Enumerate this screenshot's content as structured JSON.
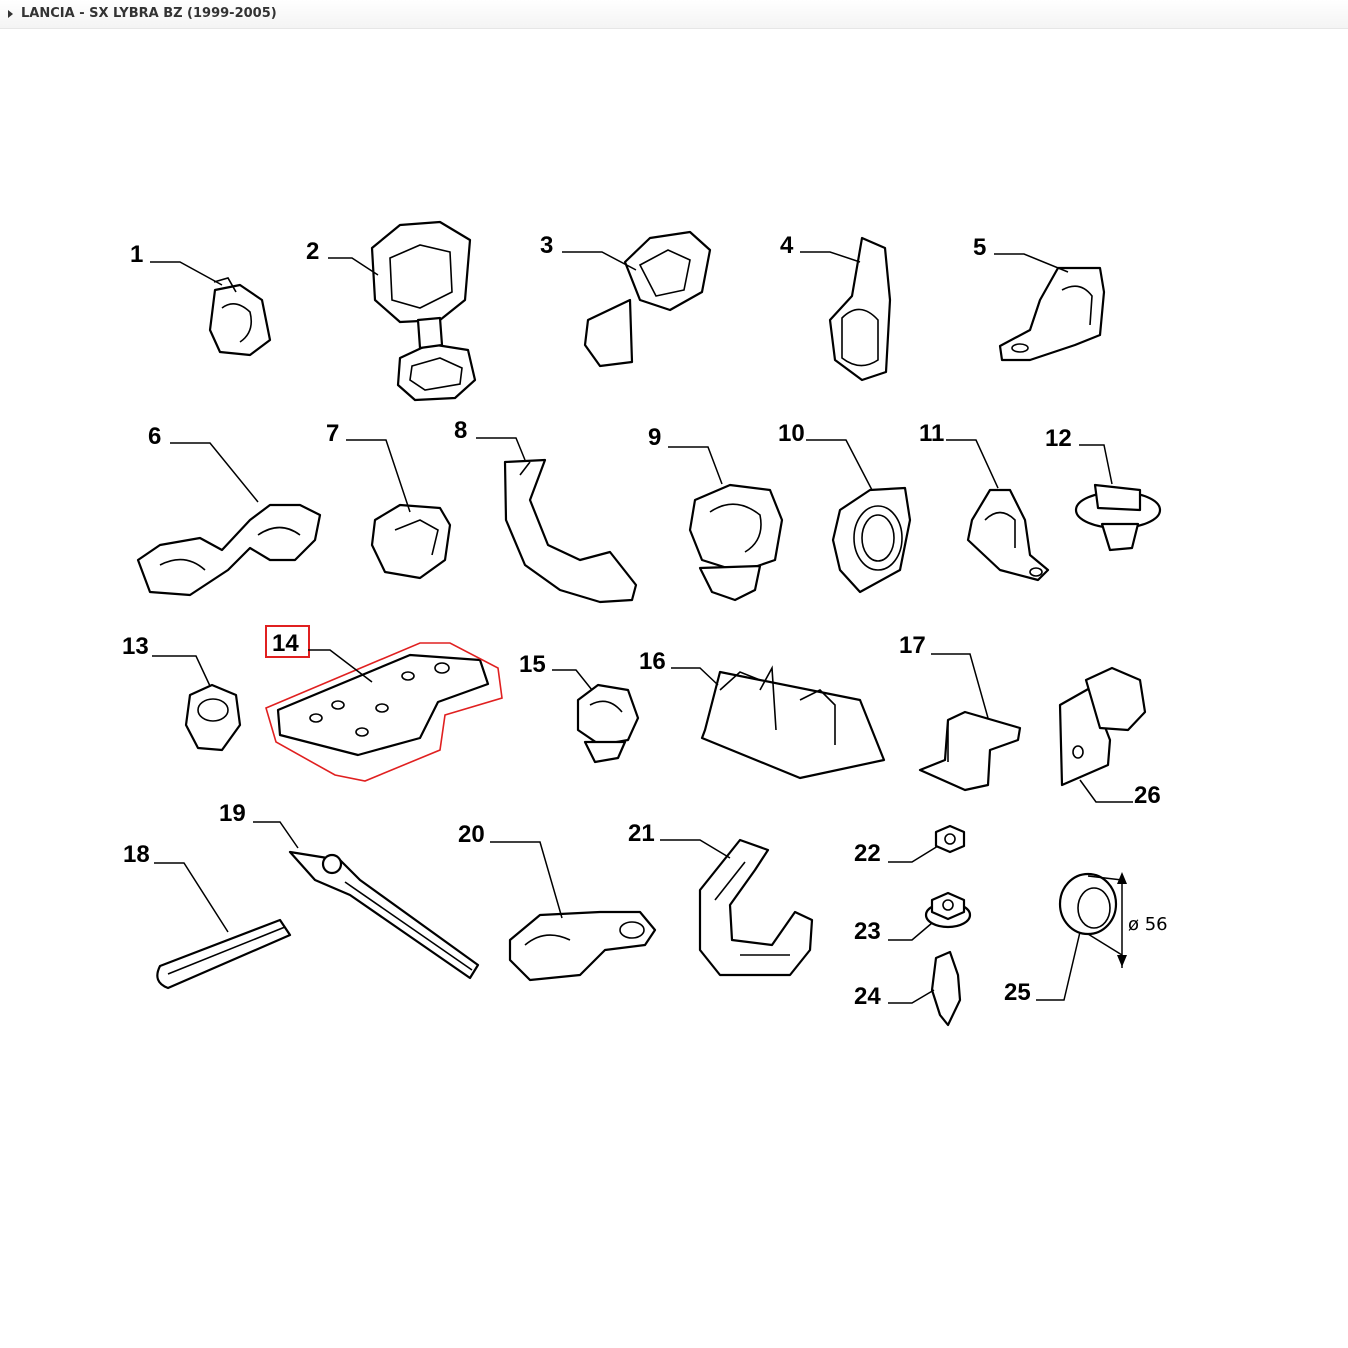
{
  "breadcrumb": {
    "text": "LANCIA - SX LYBRA BZ (1999-2005)"
  },
  "colors": {
    "highlight": "#e02020",
    "line": "#000000"
  },
  "highlighted_part": "14",
  "dimension": {
    "label": "ø 56"
  },
  "callouts": [
    "1",
    "2",
    "3",
    "4",
    "5",
    "6",
    "7",
    "8",
    "9",
    "10",
    "11",
    "12",
    "13",
    "14",
    "15",
    "16",
    "17",
    "18",
    "19",
    "20",
    "21",
    "22",
    "23",
    "24",
    "25",
    "26"
  ]
}
